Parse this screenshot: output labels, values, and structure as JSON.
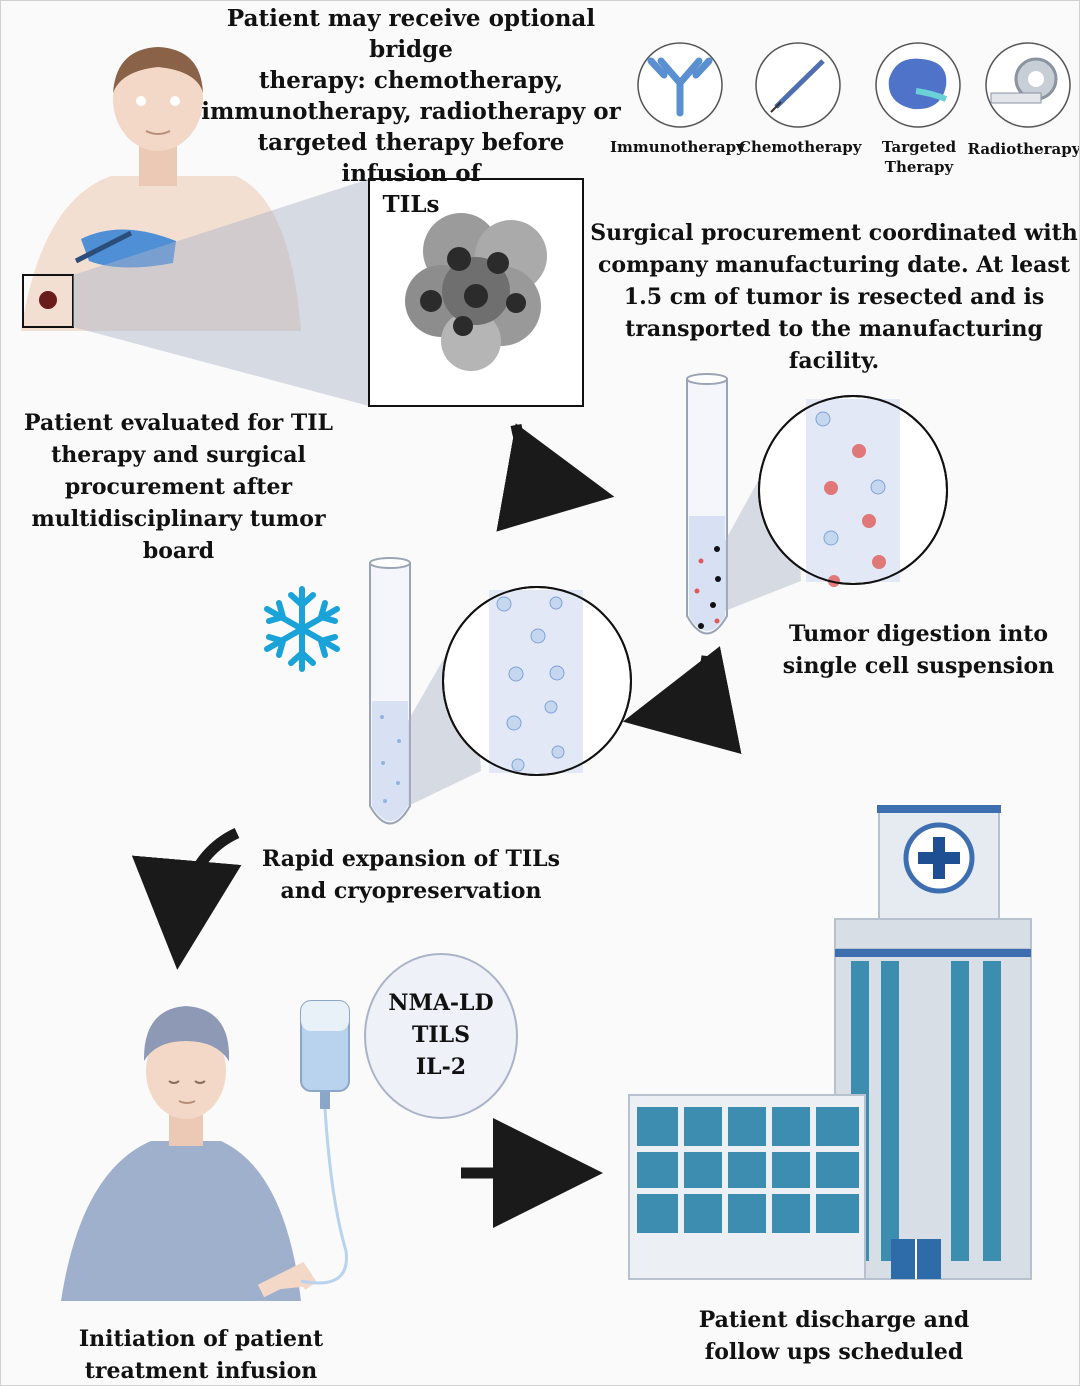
{
  "labels": {
    "bridge": "Patient may receive optional bridge\ntherapy: chemotherapy,\nimmunotherapy, radiotherapy or\ntargeted therapy before infusion of\nTILs",
    "surgical": "Surgical procurement coordinated with\ncompany manufacturing date. At least\n1.5 cm of tumor is resected and is\ntransported to the manufacturing facility.",
    "evaluated": "Patient evaluated for TIL\ntherapy and surgical\nprocurement after\nmultidisciplinary tumor board",
    "digestion": "Tumor digestion into\nsingle cell suspension",
    "expansion": "Rapid expansion of TILs\nand cryopreservation",
    "initiation": "Initiation of patient\ntreatment infusion",
    "discharge": "Patient discharge and\nfollow ups scheduled",
    "infusion_bubble": "NMA-LD\nTILS\nIL-2"
  },
  "therapies": [
    {
      "label": "Immunotherapy",
      "icon": "antibody-icon"
    },
    {
      "label": "Chemotherapy",
      "icon": "syringe-icon"
    },
    {
      "label": "Targeted\nTherapy",
      "icon": "protein-icon"
    },
    {
      "label": "Radiotherapy",
      "icon": "scanner-icon"
    }
  ],
  "colors": {
    "skin": "#f0d5c4",
    "glove": "#4f8fd6",
    "tumor": "#5a5a5a",
    "tube_fluid": "#d8e1f3",
    "red_cell": "#e05a5a",
    "blue_cell": "#8fb4e3",
    "snowflake": "#1aa3d9",
    "hospital_teal": "#3d8db0",
    "hospital_grey": "#d7dee6",
    "arrow": "#1a1a1a"
  }
}
